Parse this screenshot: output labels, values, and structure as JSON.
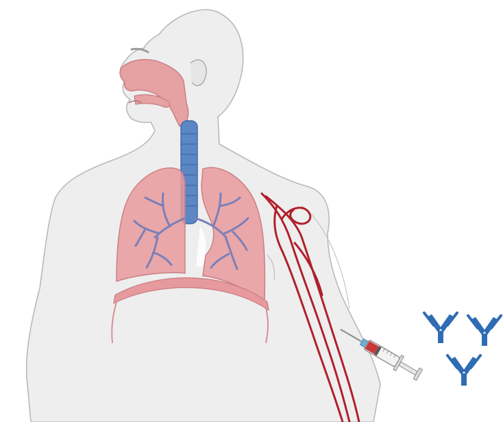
{
  "figure": {
    "elements": [
      "human-torso",
      "nasal-cavity",
      "trachea",
      "lungs",
      "bronchi",
      "diaphragm",
      "arm-blood-vessels",
      "syringe",
      "antibody-icons"
    ]
  },
  "colors": {
    "skin": "#eeeeee",
    "skin_outline": "#b9b9b9",
    "airway": "#e6a1a3",
    "trachea": "#5b87c5",
    "lungs": "#e79a9e",
    "bronchi": "#7b7fb8",
    "vessel": "#b0202b",
    "antibody": "#2f6cb3",
    "syringe_fluid": "#c73a3a",
    "needle": "#8a8a8a"
  }
}
